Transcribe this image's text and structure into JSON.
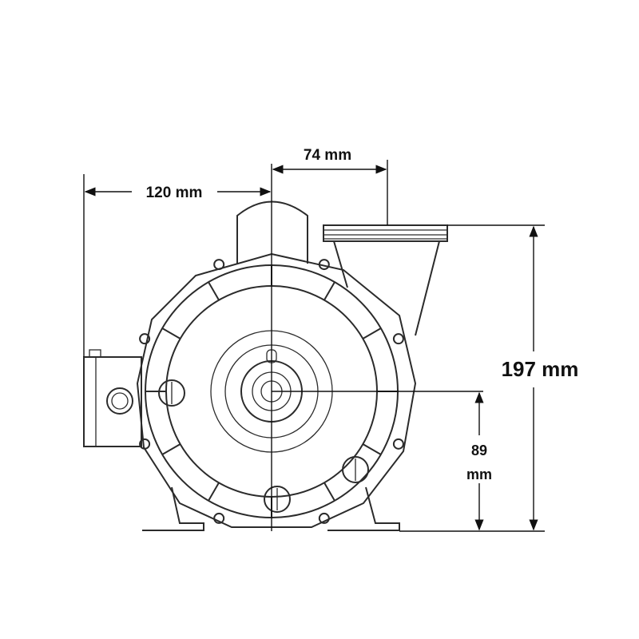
{
  "drawing": {
    "subject": "pump-front-view",
    "dimensions": {
      "width_left": "120 mm",
      "outlet_offset": "74 mm",
      "total_height": "197 mm",
      "shaft_height_value": "89",
      "shaft_height_unit": "mm"
    },
    "colors": {
      "line": "#2b2b2b",
      "text": "#111111",
      "background": "#ffffff"
    }
  }
}
